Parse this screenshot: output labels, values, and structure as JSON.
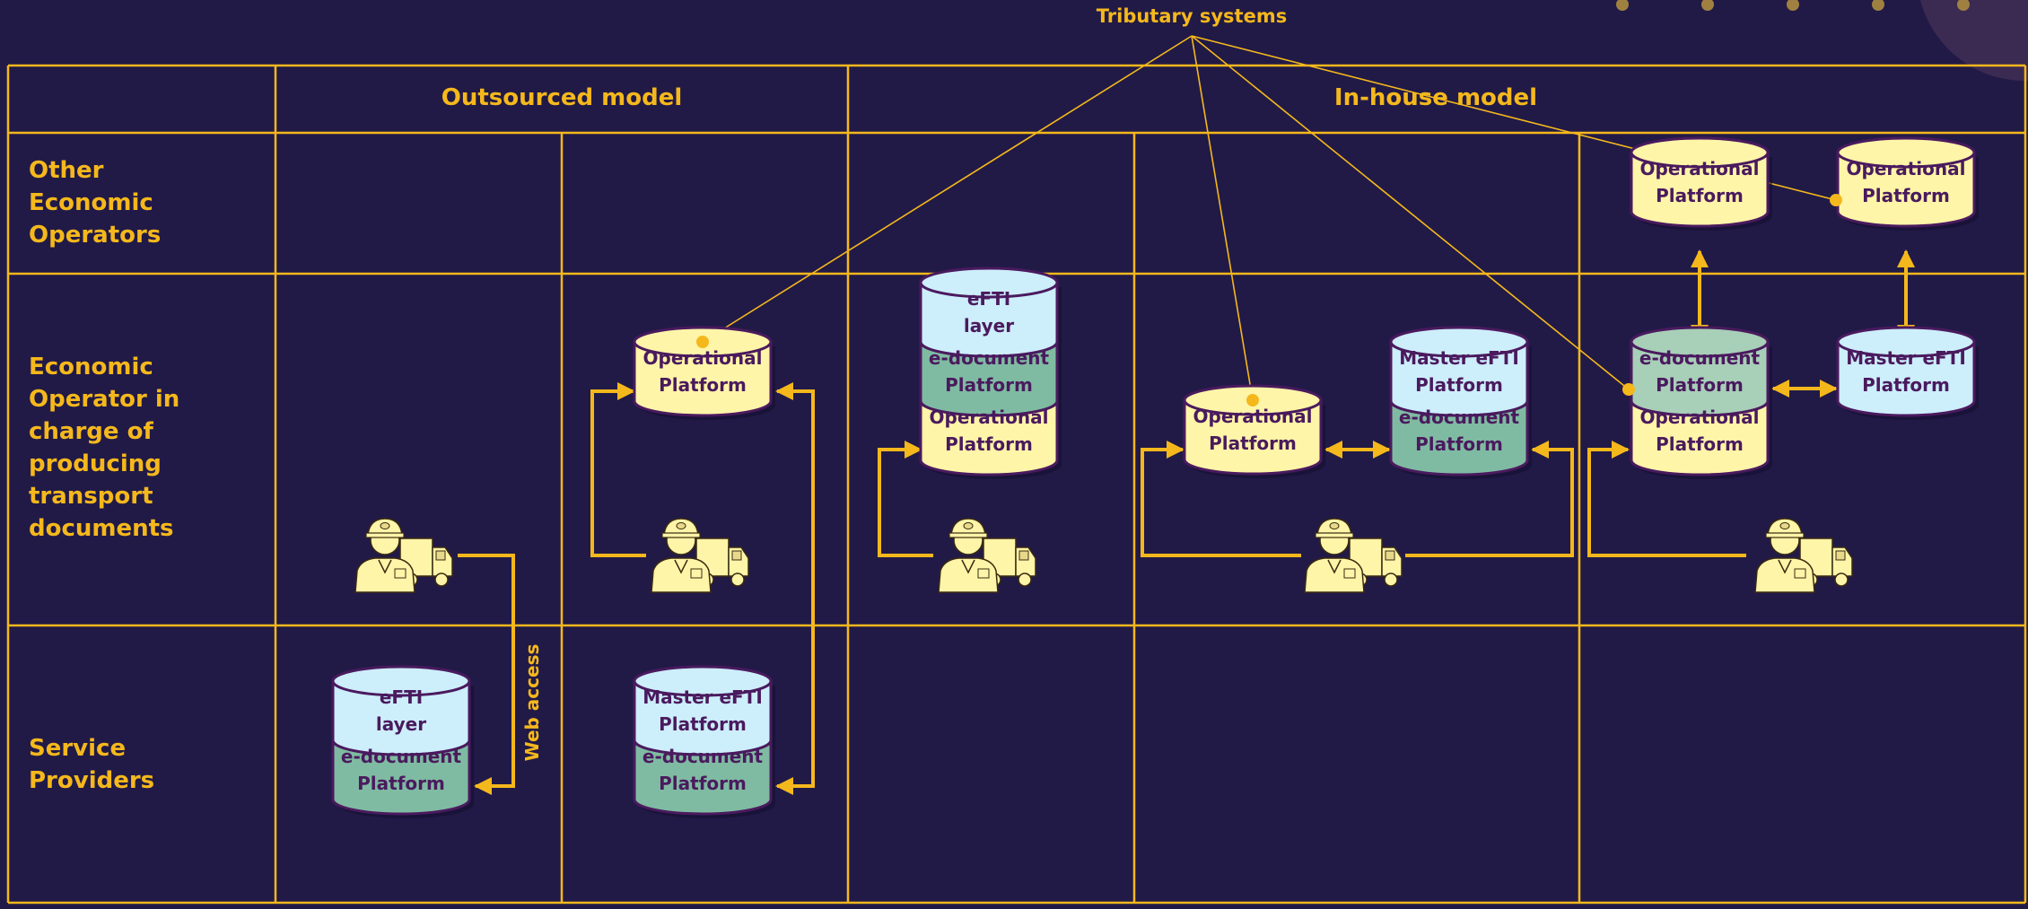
{
  "title": "Tributary systems",
  "columns": {
    "outsourced": "Outsourced model",
    "inhouse": "In-house model"
  },
  "rows": {
    "other": [
      "Other",
      "Economic",
      "Operators"
    ],
    "producer": [
      "Economic",
      "Operator in",
      "charge of",
      "producing",
      "transport",
      "documents"
    ],
    "service": [
      "Service",
      "Providers"
    ]
  },
  "web_access": "Web access",
  "labels": {
    "operational": [
      "Operational",
      "Platform"
    ],
    "edocument": [
      "e-document",
      "Platform"
    ],
    "efti_layer": [
      "eFTI",
      "layer"
    ],
    "master": [
      "Master eFTI",
      "Platform"
    ]
  },
  "colors": {
    "background": "#211a47",
    "grid": "#f5b81c",
    "operational": "#fef5a8",
    "edocument": "#7fbba2",
    "efti": "#cdeefb",
    "outline": "#4a1a5e"
  },
  "icons": [
    "truck-driver-icon",
    "database-cylinder-icon",
    "dot-decoration-icon"
  ]
}
